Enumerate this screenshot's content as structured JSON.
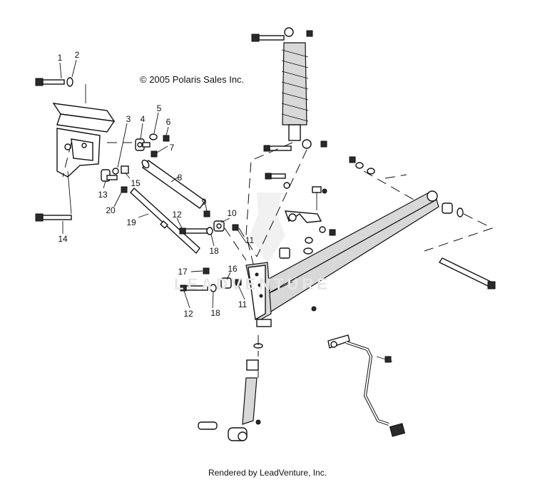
{
  "header": {
    "copyright": "© 2005 Polaris Sales Inc."
  },
  "footer": {
    "rendered_by": "Rendered by LeadVenture, Inc."
  },
  "watermark": {
    "text": "LEADVENTURE"
  },
  "callouts": [
    "1",
    "2",
    "3",
    "4",
    "5",
    "6",
    "7",
    "8",
    "9",
    "10",
    "11",
    "11",
    "12",
    "12",
    "13",
    "14",
    "15",
    "16",
    "17",
    "18",
    "18",
    "19",
    "20"
  ]
}
